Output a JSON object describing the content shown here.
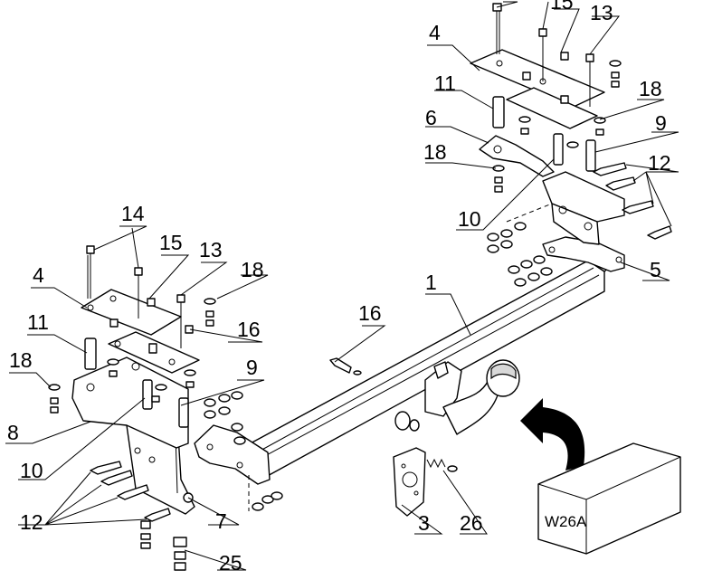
{
  "diagram": {
    "box_label": "W26A",
    "callouts": [
      {
        "id": "c1",
        "text": "1"
      },
      {
        "id": "c3",
        "text": "3"
      },
      {
        "id": "c4a",
        "text": "4"
      },
      {
        "id": "c4b",
        "text": "4"
      },
      {
        "id": "c5",
        "text": "5"
      },
      {
        "id": "c6",
        "text": "6"
      },
      {
        "id": "c7",
        "text": "7"
      },
      {
        "id": "c8",
        "text": "8"
      },
      {
        "id": "c9a",
        "text": "9"
      },
      {
        "id": "c9b",
        "text": "9"
      },
      {
        "id": "c10a",
        "text": "10"
      },
      {
        "id": "c10b",
        "text": "10"
      },
      {
        "id": "c11a",
        "text": "11"
      },
      {
        "id": "c11b",
        "text": "11"
      },
      {
        "id": "c12a",
        "text": "12"
      },
      {
        "id": "c12b",
        "text": "12"
      },
      {
        "id": "c13a",
        "text": "13"
      },
      {
        "id": "c13b",
        "text": "13"
      },
      {
        "id": "c14",
        "text": "14"
      },
      {
        "id": "c15a",
        "text": "15"
      },
      {
        "id": "c15b",
        "text": "15"
      },
      {
        "id": "c16a",
        "text": "16"
      },
      {
        "id": "c16b",
        "text": "16"
      },
      {
        "id": "c18a",
        "text": "18"
      },
      {
        "id": "c18b",
        "text": "18"
      },
      {
        "id": "c18c",
        "text": "18"
      },
      {
        "id": "c18d",
        "text": "18"
      },
      {
        "id": "c25",
        "text": "25"
      },
      {
        "id": "c26",
        "text": "26"
      }
    ]
  }
}
